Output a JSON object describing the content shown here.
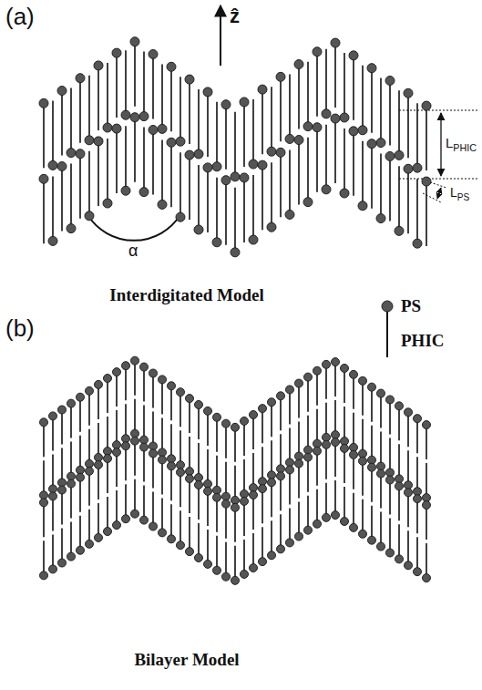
{
  "diagram": {
    "labels": [
      "(a)",
      "ẑ",
      "LPHIC",
      "LPS",
      "α",
      "Interdigitated Model",
      "(b)",
      "Bilayer Model"
    ],
    "legend": [
      {
        "text": "PS"
      },
      {
        "text": "PHIC"
      }
    ]
  }
}
